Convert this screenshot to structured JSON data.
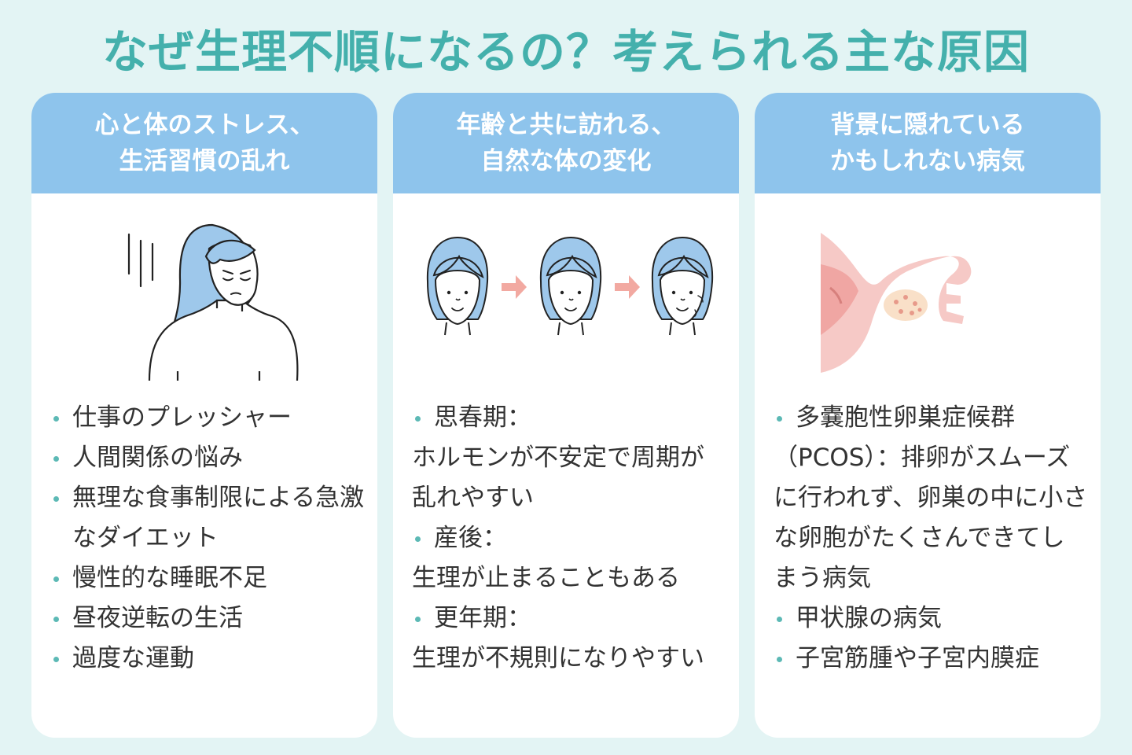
{
  "title": "なぜ生理不順になるの？考えられる主な原因",
  "colors": {
    "title": "#44b0ac",
    "card_header": "#8ec4ec",
    "background": "#e3f4f4",
    "bullet": "#5cb9b5"
  },
  "cards": [
    {
      "header": [
        "心と体のストレス、",
        "生活習慣の乱れ"
      ],
      "illustration": "stressed-woman-illustration",
      "items": [
        "仕事のプレッシャー",
        "人間関係の悩み",
        "無理な食事制限による急激なダイエット",
        "慢性的な睡眠不足",
        "昼夜逆転の生活",
        "過度な運動"
      ]
    },
    {
      "header": [
        "年齢と共に訪れる、",
        "自然な体の変化"
      ],
      "illustration": "aging-faces-illustration",
      "items": [
        "思春期：",
        "ホルモンが不安定で周期が乱れやすい",
        "産後：",
        "生理が止まることもある",
        "更年期：",
        "生理が不規則になりやすい"
      ]
    },
    {
      "header": [
        "背景に隠れている",
        "かもしれない病気"
      ],
      "illustration": "uterus-ovary-illustration",
      "items": [
        "多嚢胞性卵巣症候群",
        "（PCOS）：排卵がスムーズに行われず、卵巣の中に小さな卵胞がたくさんできてしまう病気",
        "甲状腺の病気",
        "子宮筋腫や子宮内膜症"
      ]
    }
  ]
}
